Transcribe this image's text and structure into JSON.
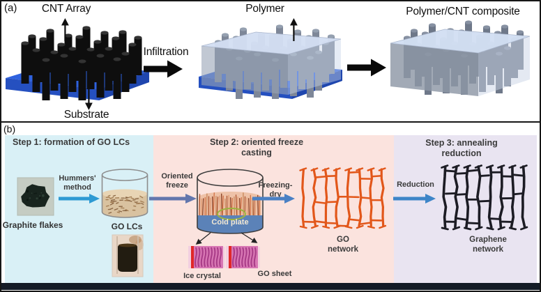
{
  "panel_a": {
    "tag": "(a)",
    "cnt_array_label": "CNT Array",
    "substrate_label": "Substrate",
    "infiltration_label": "Infiltration",
    "polymer_label": "Polymer",
    "composite_label": "Polymer/CNT composite"
  },
  "panel_b": {
    "tag": "(b)",
    "step1": {
      "title": "Step 1: formation of GO LCs",
      "graphite_label": "Graphite flakes",
      "hummers_label": "Hummers'\nmethod",
      "golcs_label": "GO LCs"
    },
    "step2": {
      "title": "Step 2: oriented freeze casting",
      "oriented_freeze_label": "Oriented\nfreeze",
      "cold_plate_label": "Cold plate",
      "ice_crystal_label": "Ice crystal",
      "go_sheet_label": "GO sheet",
      "freezing_dry_label": "Freezing-dry",
      "go_network_label": "GO\nnetwork"
    },
    "step3": {
      "title": "Step 3: annealing reduction",
      "reduction_label": "Reduction",
      "graphene_network_label": "Graphene\nnetwork"
    }
  },
  "colors": {
    "frame_border": "#161616",
    "substrate_blue": "#2f62df",
    "cnt_black": "#0e0e0e",
    "polymer_box_blue": "#d3dff3",
    "cyan_bg": "#d9f0f6",
    "pink_bg": "#fbe3de",
    "lavender_bg": "#e9e4f1",
    "bottom_bar": "#141b26",
    "go_orange": "#e2571a",
    "graphene_black": "#1c1c24",
    "ice_magenta": "#d877b4",
    "ice_red": "#e02828",
    "cold_plate_blue": "#5b82b8",
    "go_lc_tan": "#d9c2a0",
    "arrow_black": "#0a0a0a",
    "arrow_blue_hummers": "#2d9ad3",
    "arrow_blue_oriented": "#6276ad",
    "arrow_blue_freeze": "#4a80c4",
    "arrow_blue_reduction": "#3d85c8"
  }
}
